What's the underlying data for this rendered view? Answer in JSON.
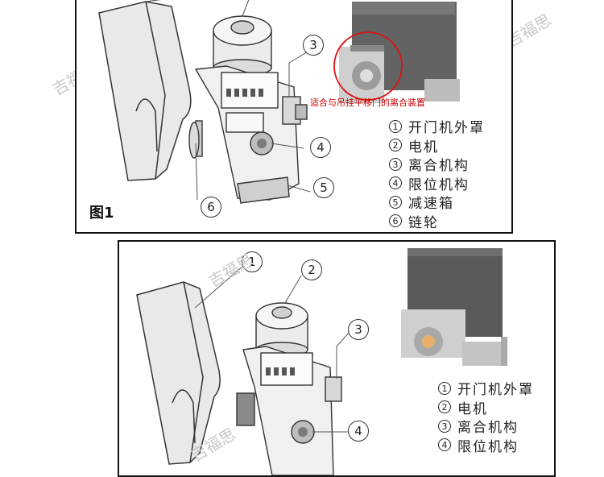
{
  "watermark": "吉福思",
  "figure1": {
    "label": "图1",
    "clutch_note": "适合与吊挂平移门的离合装置",
    "callouts": [
      "3",
      "4",
      "5",
      "6"
    ],
    "legend": [
      {
        "num": "1",
        "text": "开门机外罩"
      },
      {
        "num": "2",
        "text": "电机"
      },
      {
        "num": "3",
        "text": "离合机构"
      },
      {
        "num": "4",
        "text": "限位机构"
      },
      {
        "num": "5",
        "text": "减速箱"
      },
      {
        "num": "6",
        "text": "链轮"
      }
    ]
  },
  "figure2": {
    "callouts": [
      "1",
      "2",
      "3",
      "4"
    ],
    "legend": [
      {
        "num": "1",
        "text": "开门机外罩"
      },
      {
        "num": "2",
        "text": "电机"
      },
      {
        "num": "3",
        "text": "离合机构"
      },
      {
        "num": "4",
        "text": "限位机构"
      }
    ]
  },
  "colors": {
    "frame": "#111111",
    "note": "#cc0000",
    "product_body": "#5e5e5e",
    "base": "#bcbcbc"
  }
}
